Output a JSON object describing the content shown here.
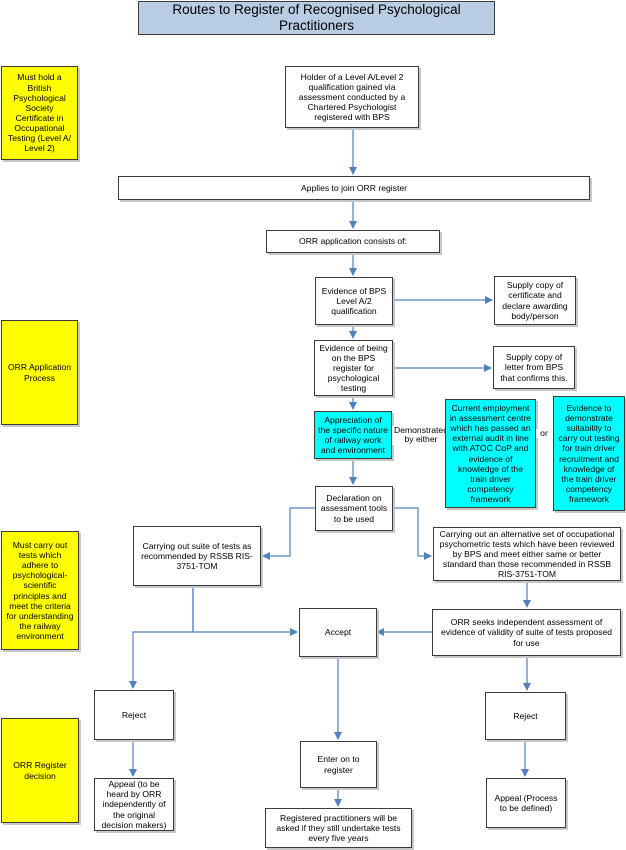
{
  "diagram": {
    "title": "Routes to Register of Recognised Psychological Practitioners",
    "side_notes": {
      "certificate": "Must hold a British Psychological Society Certificate in Occupational Testing (Level A/ Level 2)",
      "application_process": "ORR Application Process",
      "tests": "Must carry out tests which adhere to psychological-scientific principles and meet the criteria for understanding the railway environment",
      "decision": "ORR Register decision"
    },
    "nodes": {
      "holder": "Holder of a Level A/Level 2 qualification gained via assessment conducted by a Chartered Psychologist registered with BPS",
      "applies": "Applies to join ORR register",
      "consists": "ORR application consists of:",
      "evidence_bps": "Evidence of BPS Level A/2 qualification",
      "supply_cert": "Supply copy of certificate and declare awarding body/person",
      "evidence_register": "Evidence of being on the BPS register for psychological testing",
      "supply_letter": "Supply copy of letter from BPS that confirms this.",
      "appreciation": "Appreciation of the specific nature of railway work and environment",
      "current_employment": "Current employment in assessment centre which has passed an external audit in line with ATOC CoP and evidence of knowledge of the train driver competency framework",
      "evidence_suitability": "Evidence to demonstrate suitability to carry out testing for train driver recruitment and knowledge of the train driver competency framework",
      "declaration": "Declaration on assessment tools to be used",
      "rssb_tests": "Carrying out suite of tests as recommended by RSSB RIS- 3751-TOM",
      "alt_tests": "Carrying out an alternative set of occupational psychometric tests which have been reviewed by BPS and meet either same or better standard than those recommended in RSSB RIS-3751-TOM",
      "accept": "Accept",
      "orr_seeks": "ORR seeks independent assessment of evidence of validity of suite of tests proposed for use",
      "reject_left": "Reject",
      "reject_right": "Reject",
      "enter_register": "Enter on to register",
      "appeal_left": "Appeal (to be heard by ORR independently of the original decision makers)",
      "appeal_right": "Appeal (Process to be defined)",
      "registered": "Registered practitioners will be asked if they still undertake tests every five years"
    },
    "labels": {
      "demonstrated": "Demonstrated by either",
      "or": "or"
    }
  },
  "colors": {
    "title_fill": "#b8cce4",
    "note_fill": "#ffff00",
    "highlight_fill": "#00ffff",
    "connector": "#4f81bd"
  }
}
